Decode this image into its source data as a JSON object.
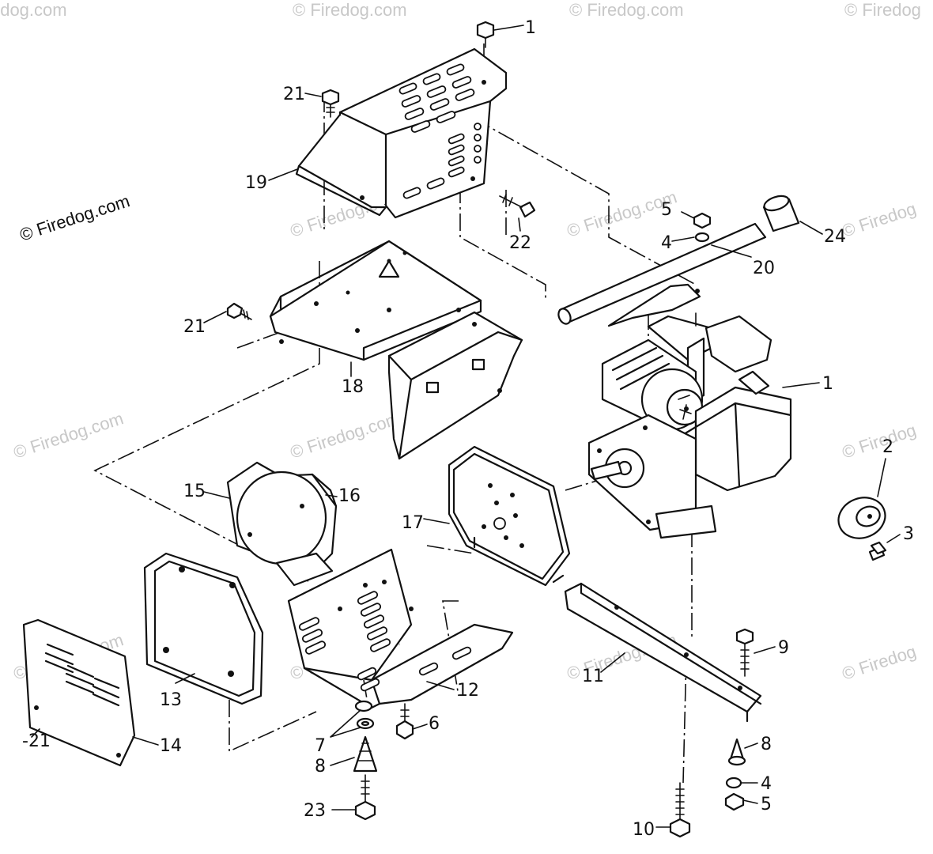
{
  "watermark": {
    "text": "© Firedog.com",
    "text_short": "© Firedog",
    "color": "#c8c8c8"
  },
  "callouts": [
    {
      "id": "c1a",
      "label": "1"
    },
    {
      "id": "c21a",
      "label": "21"
    },
    {
      "id": "c19",
      "label": "19"
    },
    {
      "id": "c22",
      "label": "22"
    },
    {
      "id": "c5a",
      "label": "5"
    },
    {
      "id": "c4a",
      "label": "4"
    },
    {
      "id": "c24",
      "label": "24"
    },
    {
      "id": "c20",
      "label": "20"
    },
    {
      "id": "c21b",
      "label": "21"
    },
    {
      "id": "c18",
      "label": "18"
    },
    {
      "id": "c1b",
      "label": "1"
    },
    {
      "id": "c2",
      "label": "2"
    },
    {
      "id": "c3",
      "label": "3"
    },
    {
      "id": "c15",
      "label": "15"
    },
    {
      "id": "c16",
      "label": "16"
    },
    {
      "id": "c17",
      "label": "17"
    },
    {
      "id": "c9",
      "label": "9"
    },
    {
      "id": "c11",
      "label": "11"
    },
    {
      "id": "c12",
      "label": "12"
    },
    {
      "id": "c13",
      "label": "13"
    },
    {
      "id": "c14",
      "label": "14"
    },
    {
      "id": "c21c",
      "label": "-21"
    },
    {
      "id": "c6",
      "label": "6"
    },
    {
      "id": "c7",
      "label": "7"
    },
    {
      "id": "c8a",
      "label": "8"
    },
    {
      "id": "c23",
      "label": "23"
    },
    {
      "id": "c8b",
      "label": "8"
    },
    {
      "id": "c4b",
      "label": "4"
    },
    {
      "id": "c5b",
      "label": "5"
    },
    {
      "id": "c10",
      "label": "10"
    }
  ]
}
